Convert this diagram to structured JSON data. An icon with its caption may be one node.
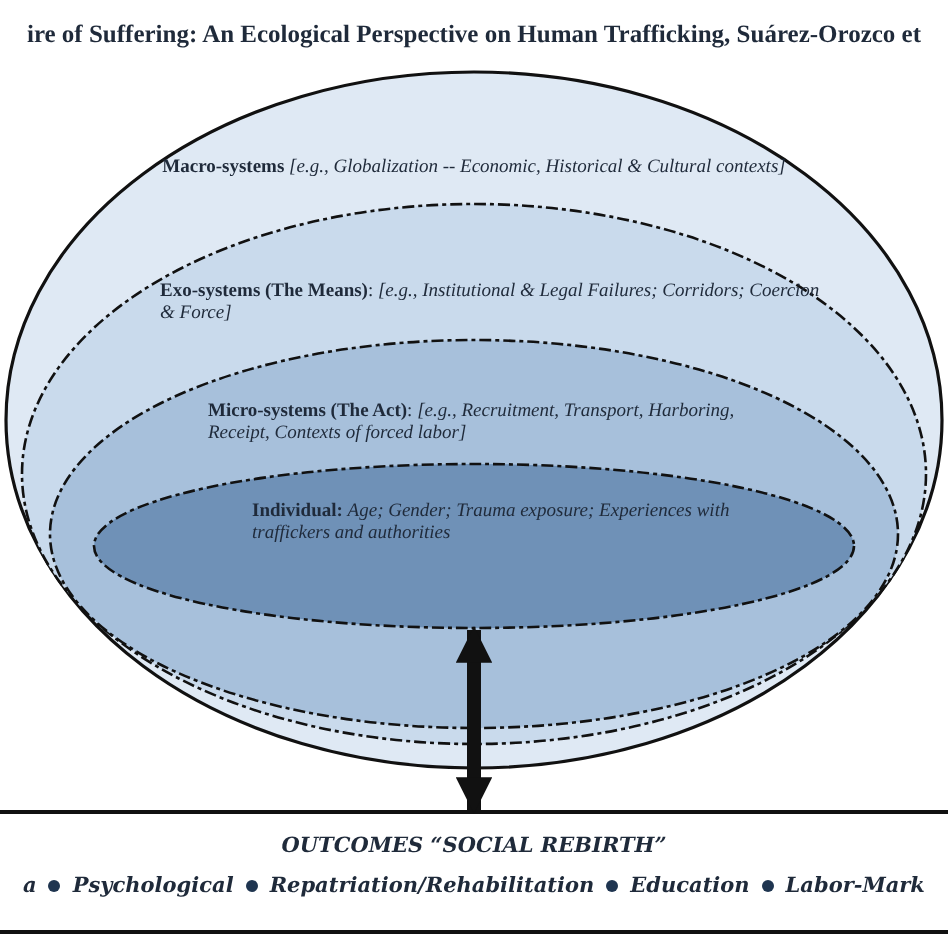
{
  "diagram": {
    "title": "ire of Suffering: An Ecological Perspective on Human Trafficking, Suárez-Orozco et",
    "nodes": [
      {
        "text": [
          "**Macro-systems** *[e.g., Globalization -- Economic, Historical & Cultural contexts]*"
        ]
      },
      {
        "text": [
          "**Exo-systems (The Means)**: *[e.g., Institutional & Legal Failures; Corridors; Coercion & Force]*"
        ],
        "in": 0
      },
      {
        "text": [
          "**Micro-systems (The Act)**: *[e.g., Recruitment, Transport, Harboring, Receipt, Contexts of forced labor]*"
        ],
        "in": 1
      },
      {
        "text": [
          "**Individual:** *Age; Gender; Trauma exposure; Experiences with traffickers and authorities*"
        ],
        "in": 2
      },
      {
        "text": [
          "OUTCOMES “SOCIAL REBIRTH”",
          "a",
          "Psychological",
          "Repatriation/Rehabilitation",
          "Education",
          "Labor-Mark"
        ]
      }
    ],
    "edges": [
      {
        "from": 3,
        "to": 4,
        "arrow": "both"
      }
    ]
  }
}
